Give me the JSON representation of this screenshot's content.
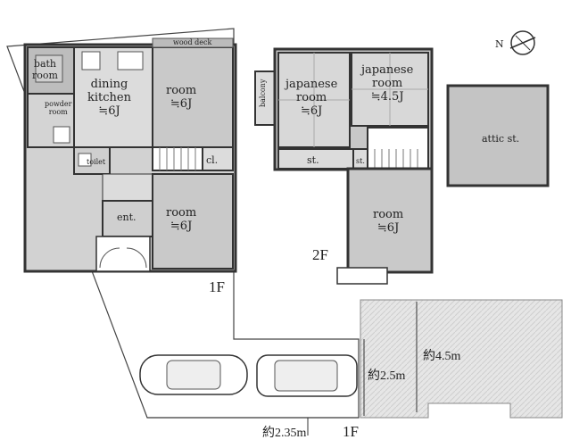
{
  "floor1": {
    "bath": "bath\nroom",
    "powder": "powder\nroom",
    "kitchen": "dining\nkitchen\n≒6J",
    "room_top": "room\n≒6J",
    "wood_deck": "wood deck",
    "toilet": "toilet",
    "closet": "cl.",
    "entrance": "ent.",
    "room_bottom": "room\n≒6J",
    "label": "1F"
  },
  "floor2": {
    "balcony": "balcony",
    "japanese_left": "japanese\nroom\n≒6J",
    "japanese_right": "japanese\nroom\n≒4.5J",
    "storage_left": "st.",
    "storage_right": "st.",
    "room": "room\n≒6J",
    "label": "2F"
  },
  "attic": {
    "label": "attic st."
  },
  "site": {
    "width": "約2.35m",
    "depth": "約2.5m",
    "garden_depth": "約4.5m",
    "label": "1F"
  },
  "compass": {
    "label": "N"
  }
}
